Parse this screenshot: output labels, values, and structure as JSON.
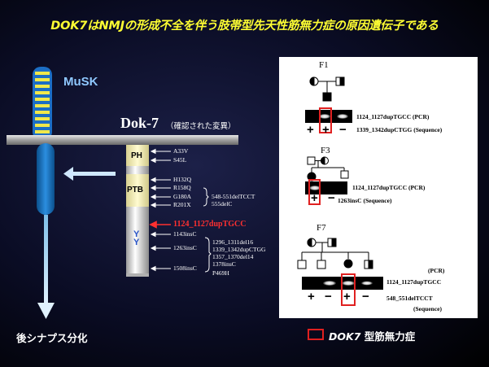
{
  "title": "DOK7はNMJの形成不全を伴う肢帯型先天性筋無力症の原因遺伝子である",
  "musk_label": "MuSK",
  "dok7_label": "Dok-7",
  "dok7_sub": "（確認された変異）",
  "postsynaptic_label": "後シナプス分化",
  "domains": {
    "ph": "PH",
    "ptb": "PTB",
    "tyrosines": "Y\nY"
  },
  "mutations": {
    "ph_1": "A33V",
    "ph_2": "S45L",
    "ptb_1": "H132Q",
    "ptb_2": "R158Q",
    "ptb_3": "G180A",
    "ptb_4": "R201X",
    "ptb_bracket_1": "548-551delTCCT",
    "ptb_bracket_2": "555delC",
    "highlight": "1124_1127dupTGCC",
    "c1": "1143insC",
    "c2": "1263insC",
    "c_bracket_1": "1296_1311del16",
    "c_bracket_2": "1339_1342dupCTGG",
    "c_bracket_3": "1357_1370del14",
    "c_bracket_4": "1378insC",
    "c3": "1508insC",
    "c4": "P469H"
  },
  "panel": {
    "f1": {
      "label": "F1",
      "line1": "1124_1127dupTGCC  (PCR)",
      "line2": "1339_1342dupCTGG (Sequence)",
      "signs": [
        "+",
        "+",
        "−"
      ]
    },
    "f3": {
      "label": "F3",
      "line1": "1124_1127dupTGCC  (PCR)",
      "line2": "1263insC  (Sequence)",
      "signs": [
        "+",
        "−"
      ]
    },
    "f7": {
      "label": "F7",
      "pcr": "(PCR)",
      "line1": "1124_1127dupTGCC",
      "line2": "548_551delTCCT",
      "seq": "(Sequence)",
      "signs": [
        "+",
        "−",
        "+",
        "−"
      ]
    }
  },
  "legend": {
    "text_italic": "DOK7",
    "text_rest": " 型筋無力症"
  },
  "colors": {
    "title": "#ffff33",
    "musk": "#8fc8ff",
    "highlight": "#ff3030",
    "box": "#e02020",
    "arrow": "#bfe3ff"
  }
}
